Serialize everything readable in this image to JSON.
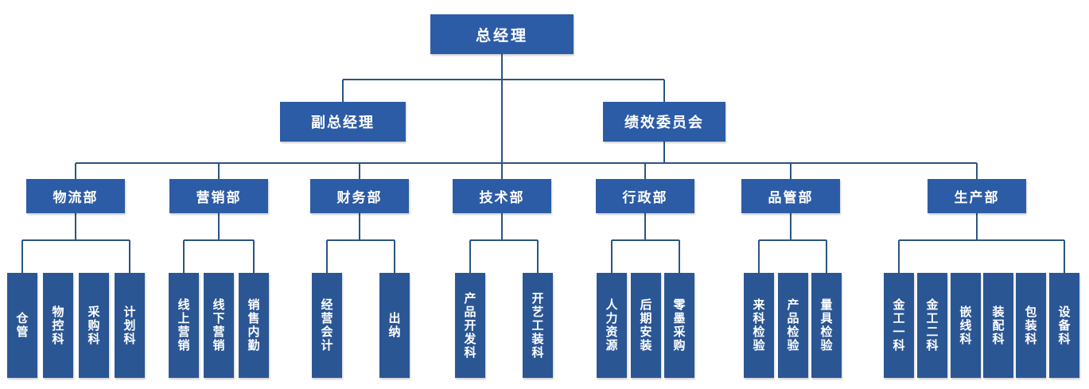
{
  "colors": {
    "box_fill": "#2D5CA6",
    "leaf_fill": "#2B5694",
    "line": "#2B5580",
    "text": "#FFFFFF",
    "bg": "#FFFFFF"
  },
  "org": {
    "root": "总经理",
    "level2": [
      "副总经理",
      "绩效委员会"
    ],
    "departments": [
      "物流部",
      "营销部",
      "财务部",
      "技术部",
      "行政部",
      "品管部",
      "生产部"
    ],
    "units": [
      [
        "仓管",
        "物控科",
        "采购科",
        "计划科"
      ],
      [
        "线上营销",
        "线下营销",
        "销售内勤"
      ],
      [
        "经营会计",
        "出纳"
      ],
      [
        "产品开发科",
        "开艺工装科"
      ],
      [
        "人力资源",
        "后期安装",
        "零墨采购"
      ],
      [
        "来科检验",
        "产品检验",
        "量具检验"
      ],
      [
        "金工一科",
        "金工二科",
        "嵌线科",
        "装配科",
        "包装科",
        "设备科"
      ]
    ]
  }
}
